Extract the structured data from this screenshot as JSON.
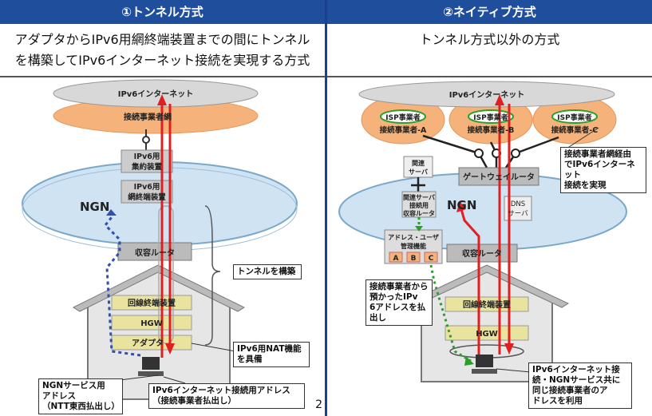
{
  "left_panel": {
    "header": "①トンネル方式",
    "description": [
      "アダプタからIPv6用網終端装置までの間にトンネル",
      "を構築してIPv6インターネット接続を実現する方式"
    ],
    "labels": {
      "internet": "IPv6インターネット",
      "isp_network": "接続事業者網",
      "aggregation_device": [
        "IPv6用",
        "集約装置"
      ],
      "termination_device": [
        "IPv6用",
        "網終端装置"
      ],
      "ngn": "NGN",
      "edge_router": "収容ルータ",
      "line_termination": "回線終端装置",
      "hgw": "HGW",
      "adapter": "アダプタ"
    },
    "notes": {
      "tunnel": "トンネルを構築",
      "nat": [
        "IPv6用NAT機能",
        "を具備"
      ],
      "ngn_address": [
        "NGNサービス用",
        "アドレス",
        "（NTT東西払出し）"
      ],
      "ipv6_address": [
        "IPv6インターネット接続用アドレス",
        "（接続事業者払出し）"
      ]
    },
    "page_number": "2"
  },
  "right_panel": {
    "header": "②ネイティブ方式",
    "description": [
      "トンネル方式以外の方式"
    ],
    "labels": {
      "internet": "IPv6インターネット",
      "isp_a": [
        "ISP事業者",
        "接続事業者-A"
      ],
      "isp_b": [
        "ISP事業者",
        "接続事業者-B"
      ],
      "isp_c": [
        "ISP事業者",
        "接続事業者-C"
      ],
      "related_server": [
        "関連",
        "サーバ"
      ],
      "gateway_router": "ゲートウェイルータ",
      "related_router": [
        "関連サーバ",
        "接続用",
        "収容ルータ"
      ],
      "ngn": "NGN",
      "dns_server": [
        "DNS",
        "サーバ"
      ],
      "address_mgmt": [
        "アドレス・ユーザ",
        "管理機能"
      ],
      "slots": [
        "A",
        "B",
        "C"
      ],
      "edge_router": "収容ルータ",
      "line_termination": "回線終端装置",
      "hgw": "HGW"
    },
    "notes": {
      "via_isp": [
        "接続事業者網経由",
        "でIPv6インターネット",
        "接続を実現"
      ],
      "address_from_isp": [
        "接続事業者から",
        "預かったIPv",
        "6アドレスを払",
        "出し"
      ],
      "same_address": [
        "IPv6インターネット接",
        "続・NGNサービス共に",
        "同じ接続事業者のア",
        "ドレスを利用"
      ]
    },
    "colors": {
      "header_bg": "#1f4e9c",
      "arrow_red": "#e02020",
      "arrow_blue": "#3050b0",
      "arrow_green": "#2aa02a",
      "isp_orange": "#f5b27a",
      "ngn_blue": "#cfe3f3"
    }
  }
}
